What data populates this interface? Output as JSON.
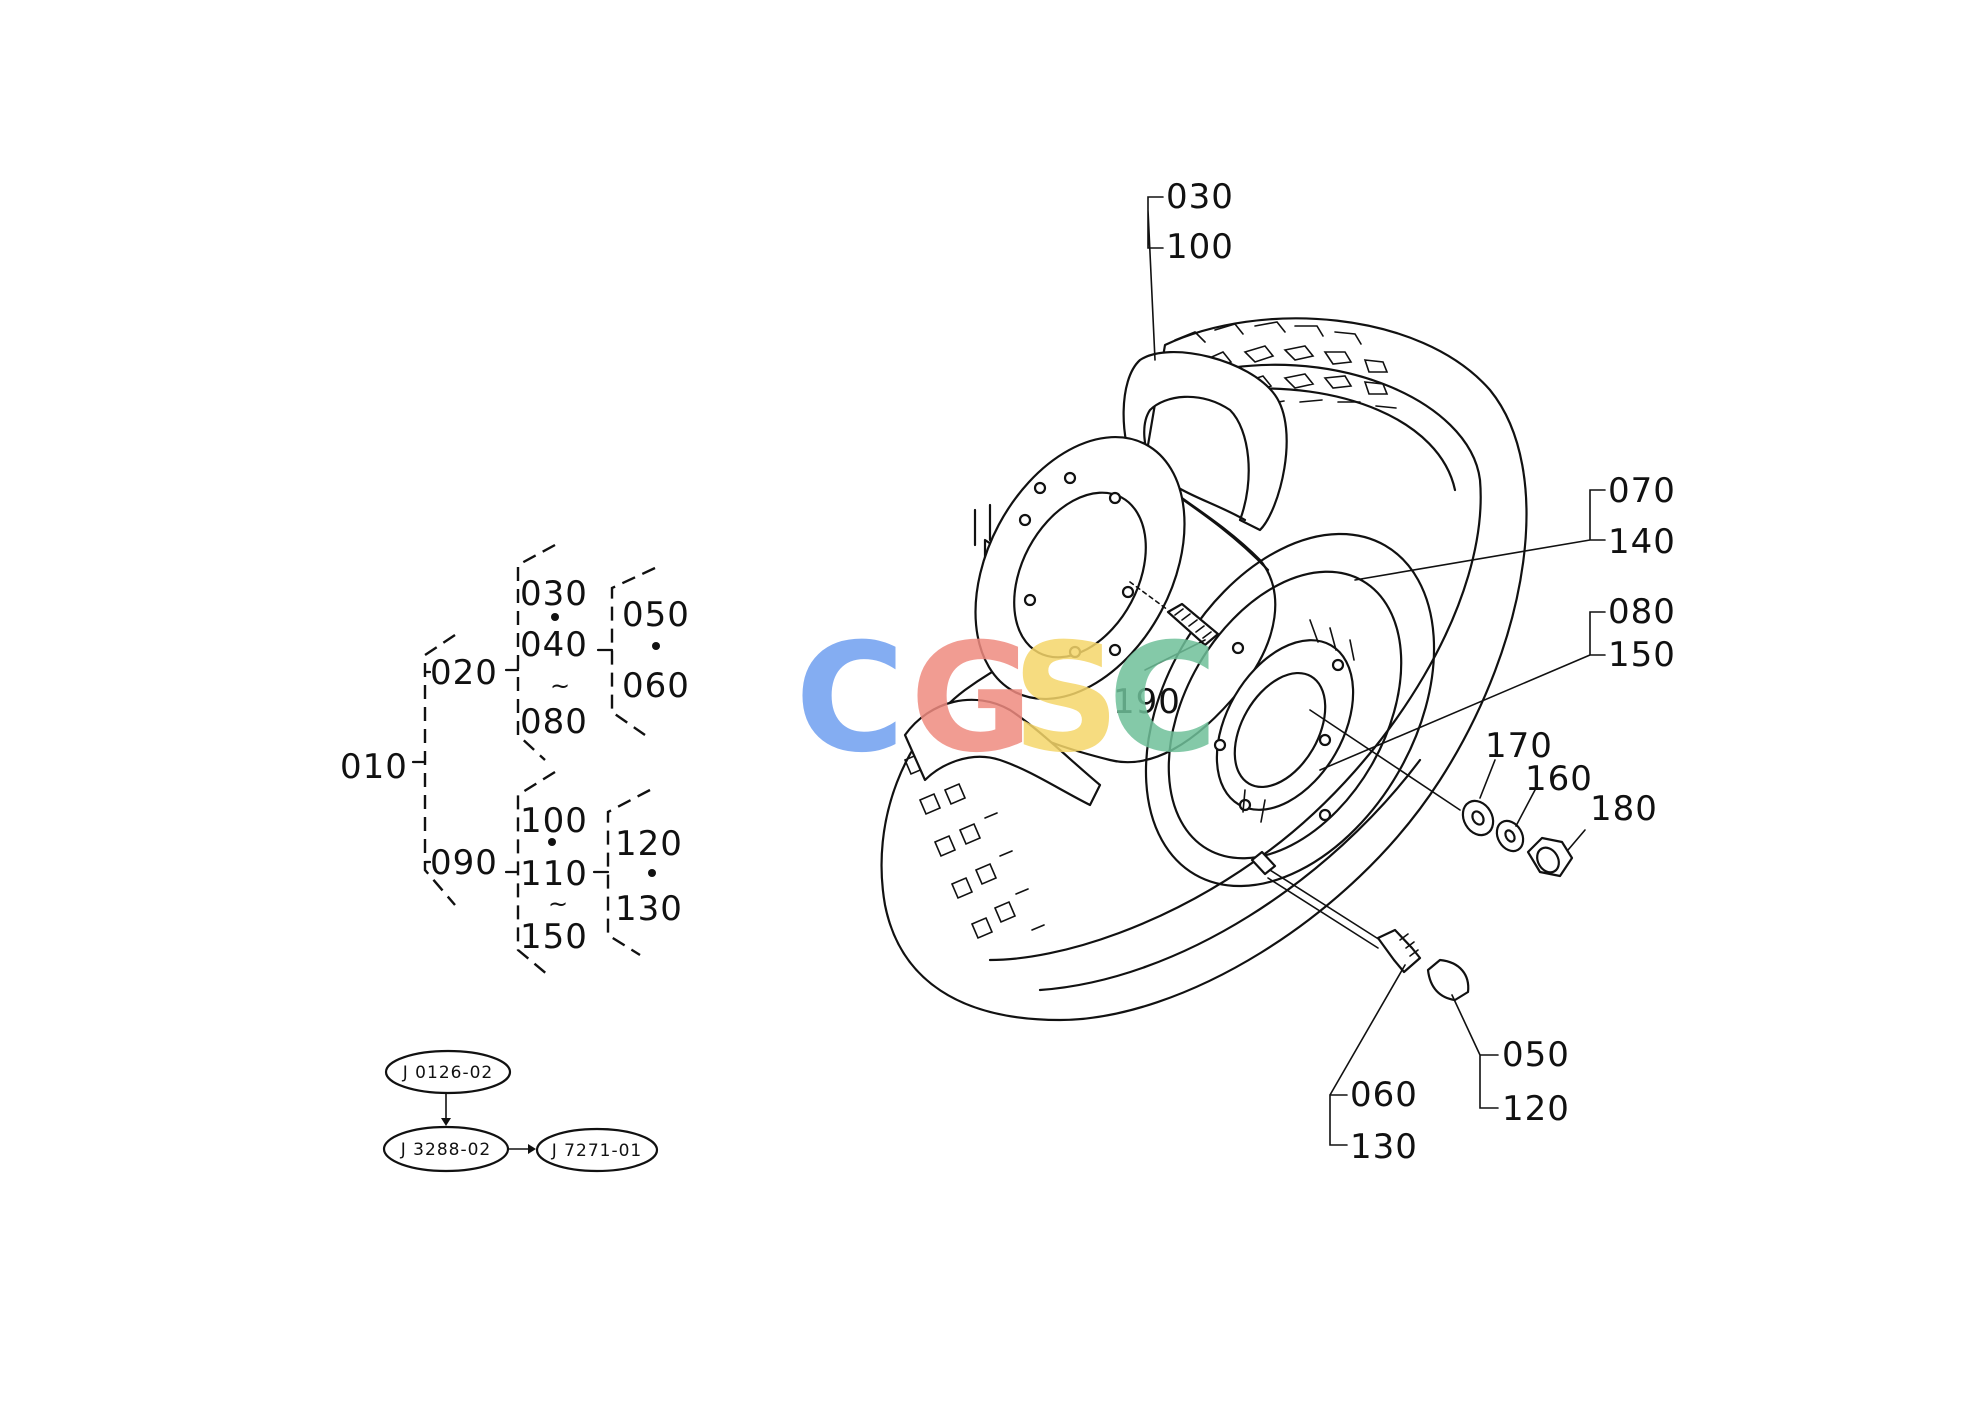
{
  "tree": {
    "root": "010",
    "level1_top": "020",
    "level1_bottom": "090",
    "group_a": [
      "030",
      "040",
      "080"
    ],
    "group_b": [
      "050",
      "060"
    ],
    "group_c": [
      "100",
      "110",
      "150"
    ],
    "group_d": [
      "120",
      "130"
    ]
  },
  "flow": {
    "node_1": "J 0126-02",
    "node_2": "J 3288-02",
    "node_3": "J 7271-01"
  },
  "callouts": {
    "c030": "030",
    "c100": "100",
    "c070": "070",
    "c140": "140",
    "c080": "080",
    "c150": "150",
    "c170": "170",
    "c160": "160",
    "c180": "180",
    "c190": "190",
    "c050": "050",
    "c120": "120",
    "c060": "060",
    "c130": "130"
  },
  "watermark": {
    "letters": [
      "C",
      "G",
      "S",
      "C"
    ],
    "colors": [
      "#6f9ff0",
      "#ef8b80",
      "#f5d66a",
      "#6fc09a"
    ]
  }
}
